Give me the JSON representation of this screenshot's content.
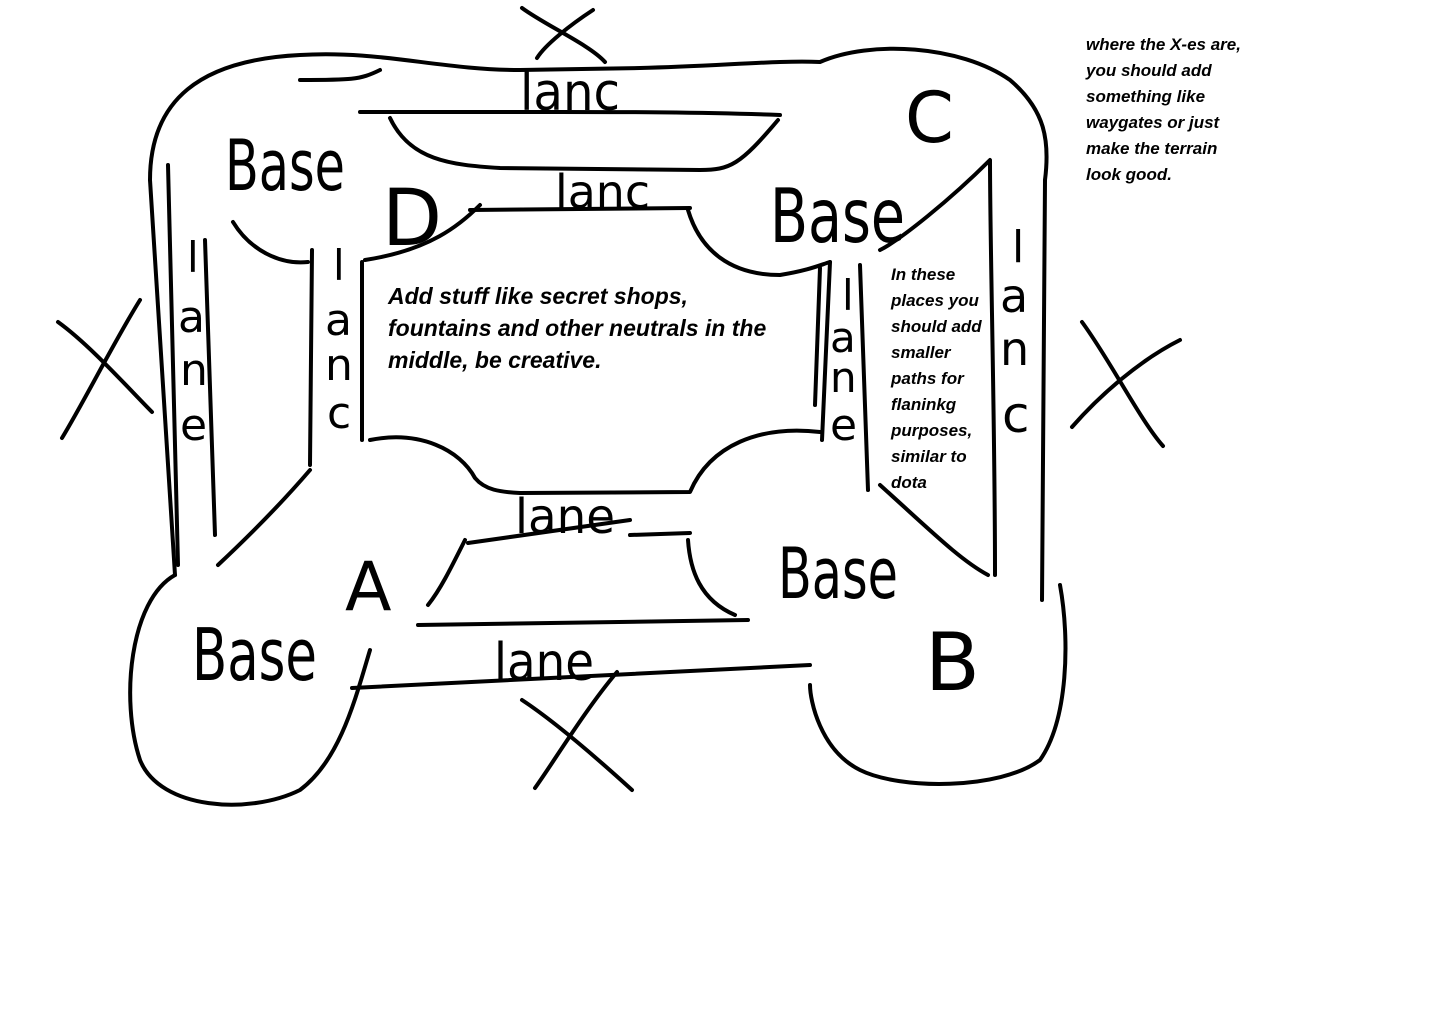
{
  "bases": [
    {
      "id": "A",
      "word": "Base",
      "letter": "A"
    },
    {
      "id": "B",
      "word": "Base",
      "letter": "B"
    },
    {
      "id": "C",
      "word": "Base",
      "letter": "C"
    },
    {
      "id": "D",
      "word": "Base",
      "letter": "D"
    }
  ],
  "lanes": {
    "top_outer": "lanc",
    "top_inner": "lanc",
    "bottom_inner": "lane",
    "bottom_outer": "lane",
    "left_outer": [
      "l",
      "a",
      "n",
      "e"
    ],
    "left_inner": [
      "l",
      "a",
      "n",
      "c"
    ],
    "right_inner": [
      "l",
      "a",
      "n",
      "e"
    ],
    "right_outer": [
      "l",
      "a",
      "n",
      "c"
    ]
  },
  "notes": {
    "middle": "Add stuff like secret shops,\nfountains and other neutrals in the\nmiddle, be creative.",
    "flank": "In these\nplaces you\nshould add\nsmaller\npaths for\nflaninkg\npurposes,\nsimilar to\ndota",
    "xes": "where the X-es are,\nyou should add\nsomething like\nwaygates or just\nmake the terrain\nlook good."
  },
  "markers": {
    "symbol": "X",
    "count": 4
  }
}
